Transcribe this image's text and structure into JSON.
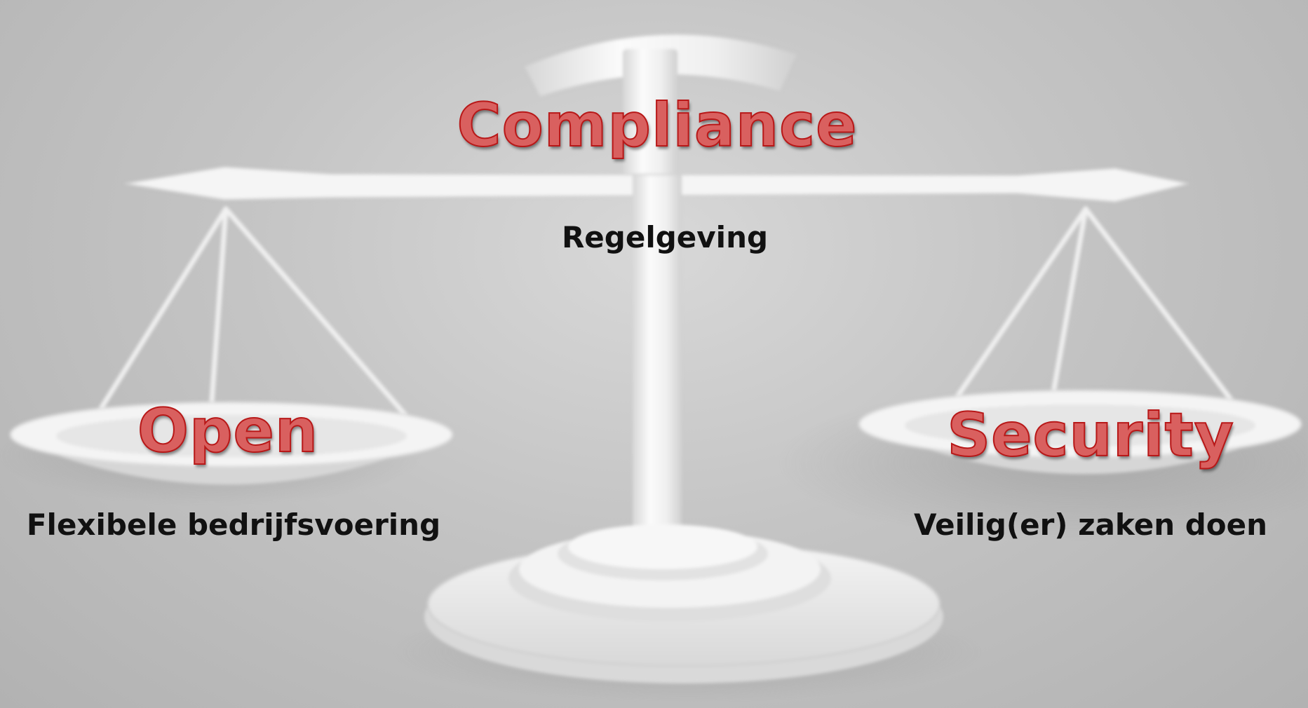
{
  "diagram": {
    "top": {
      "title": "Compliance",
      "subtitle": "Regelgeving"
    },
    "left": {
      "title": "Open",
      "subtitle": "Flexibele bedrijfsvoering"
    },
    "right": {
      "title": "Security",
      "subtitle": "Veilig(er) zaken doen"
    }
  },
  "colors": {
    "label_fill": "#d9605f",
    "label_outline": "#b81818",
    "caption": "#111111",
    "scale": "#f2f2f2",
    "background": "#c4c4c4"
  },
  "icons": [
    "balance-scale-icon"
  ]
}
